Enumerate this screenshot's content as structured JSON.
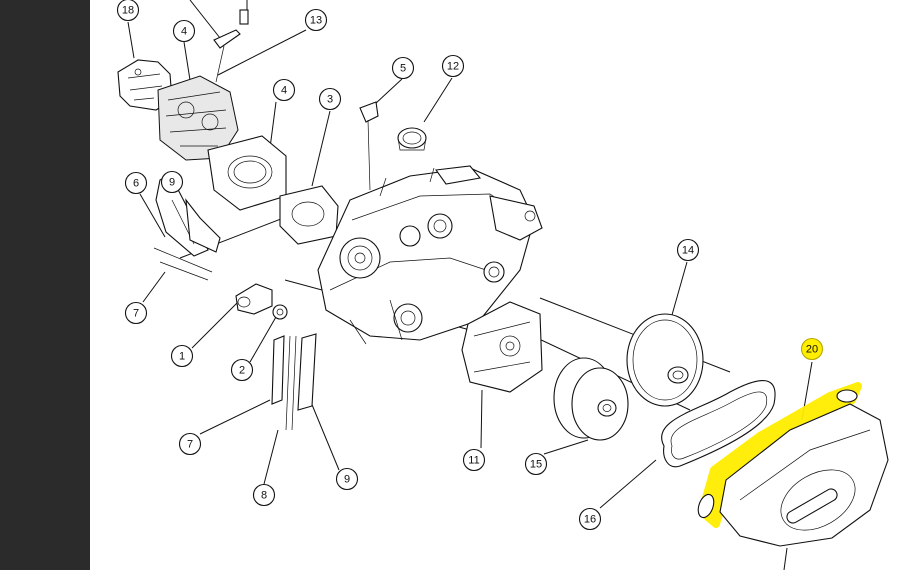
{
  "highlight_color": "#ffee00",
  "callouts": [
    {
      "label": "18",
      "highlight": false
    },
    {
      "label": "4",
      "highlight": false
    },
    {
      "label": "13",
      "highlight": false
    },
    {
      "label": "4",
      "highlight": false
    },
    {
      "label": "3",
      "highlight": false
    },
    {
      "label": "5",
      "highlight": false
    },
    {
      "label": "12",
      "highlight": false
    },
    {
      "label": "6",
      "highlight": false
    },
    {
      "label": "9",
      "highlight": false
    },
    {
      "label": "7",
      "highlight": false
    },
    {
      "label": "1",
      "highlight": false
    },
    {
      "label": "2",
      "highlight": false
    },
    {
      "label": "7",
      "highlight": false
    },
    {
      "label": "8",
      "highlight": false
    },
    {
      "label": "9",
      "highlight": false
    },
    {
      "label": "11",
      "highlight": false
    },
    {
      "label": "14",
      "highlight": false
    },
    {
      "label": "15",
      "highlight": false
    },
    {
      "label": "16",
      "highlight": false
    },
    {
      "label": "20",
      "highlight": true
    }
  ]
}
